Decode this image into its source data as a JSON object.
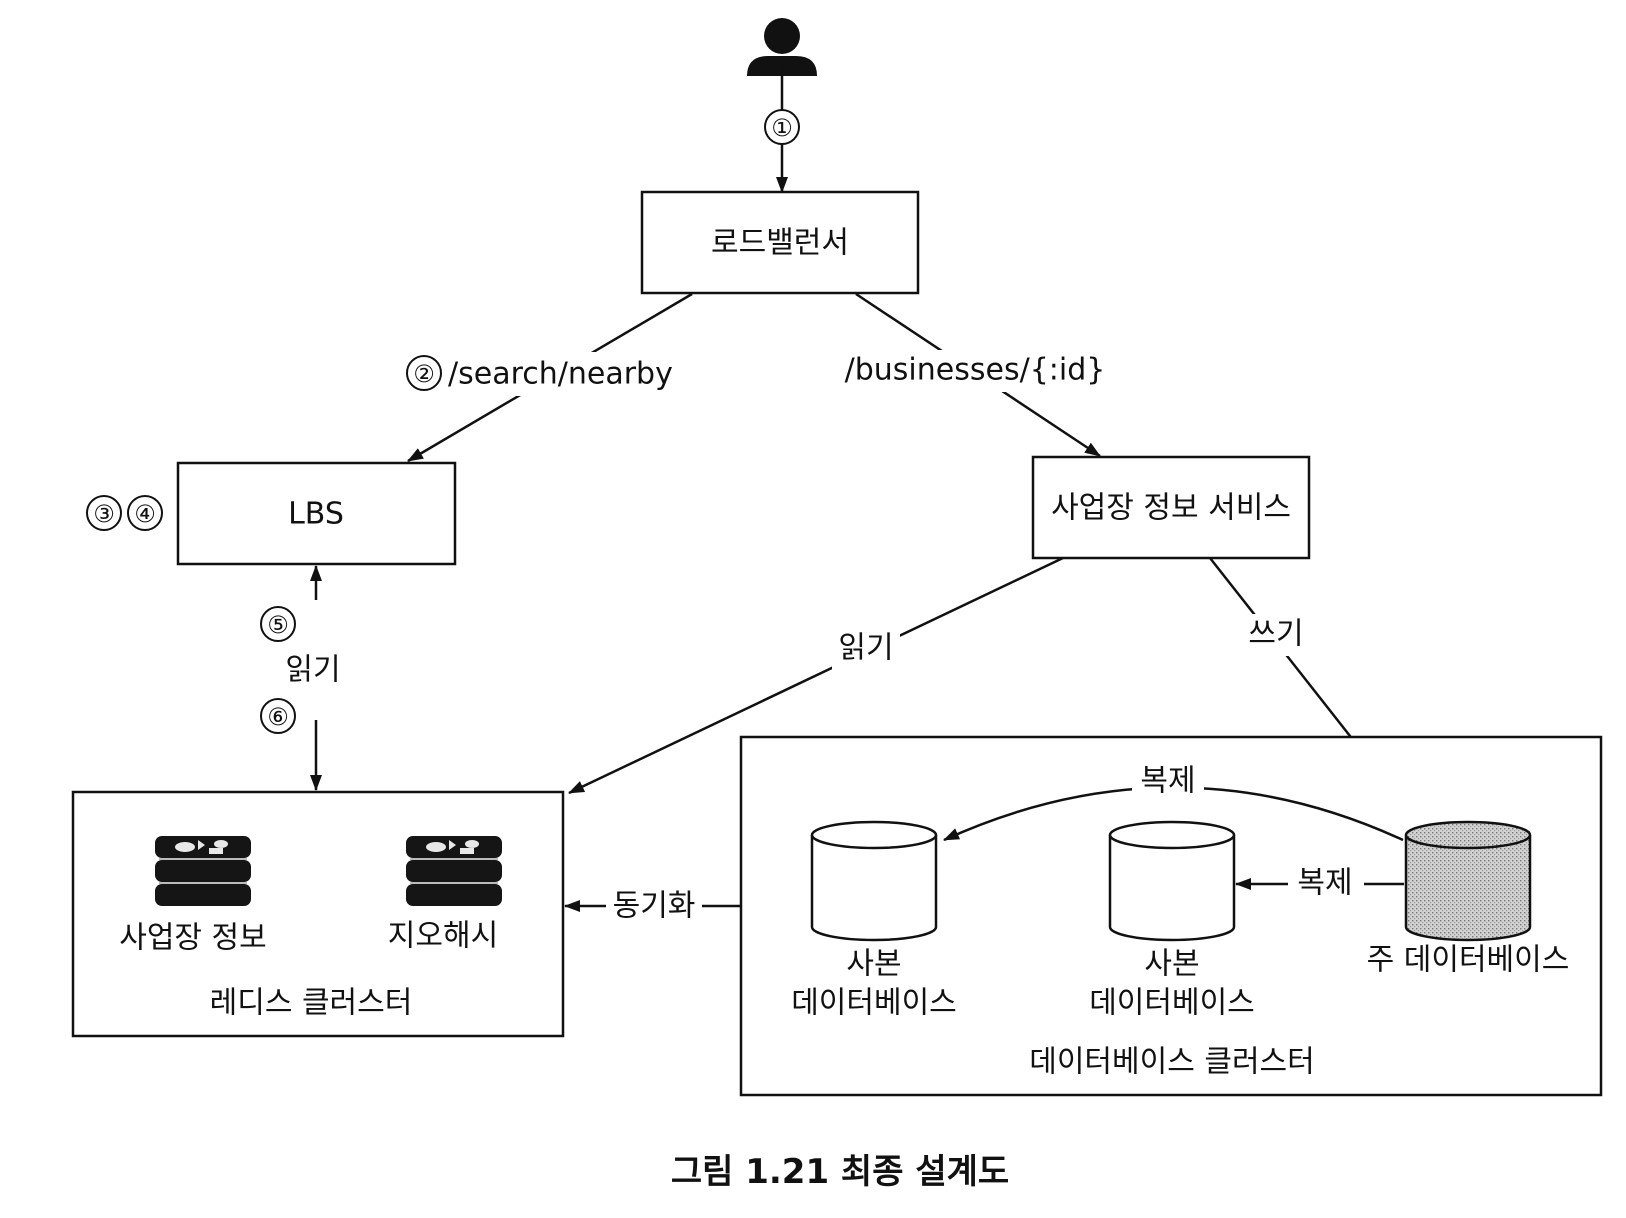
{
  "nodes": {
    "load_balancer": "로드밸런서",
    "lbs": "LBS",
    "business_service": "사업장 정보 서비스",
    "redis_cluster": {
      "title": "레디스 클러스터",
      "items": [
        "사업장 정보",
        "지오해시"
      ],
      "icon": "redis-stack-icon"
    },
    "db_cluster": {
      "title": "데이터베이스 클러스터",
      "replica_line1": "사본",
      "replica_line2": "데이터베이스",
      "primary": "주 데이터베이스"
    }
  },
  "edges": {
    "search": "/search/nearby",
    "businesses": "/businesses/{:id}",
    "read": "읽기",
    "write": "쓰기",
    "replicate": "복제",
    "sync": "동기화"
  },
  "steps": [
    "①",
    "②",
    "③",
    "④",
    "⑤",
    "⑥"
  ],
  "caption": "그림 1.21 최종 설계도"
}
